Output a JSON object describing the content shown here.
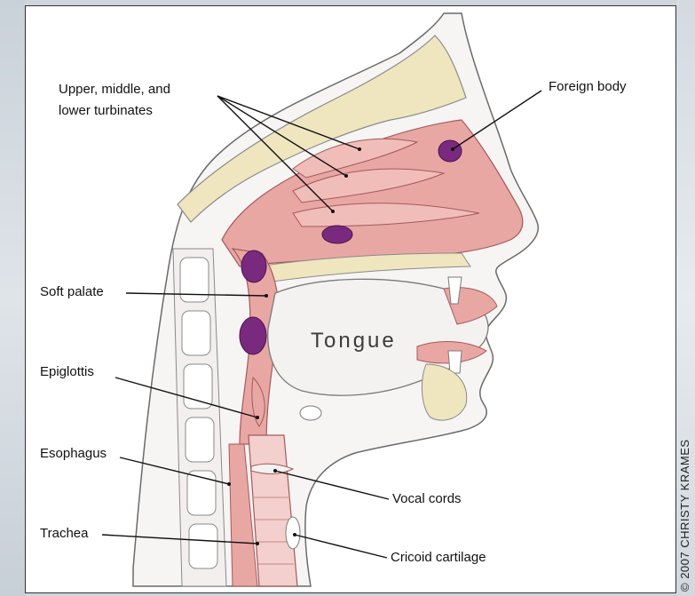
{
  "diagram": {
    "labels": {
      "turbinates_line1": "Upper, middle, and",
      "turbinates_line2": "lower turbinates",
      "foreign_body": "Foreign body",
      "soft_palate": "Soft palate",
      "epiglottis": "Epiglottis",
      "esophagus": "Esophagus",
      "trachea": "Trachea",
      "vocal_cords": "Vocal cords",
      "cricoid_cartilage": "Cricoid cartilage",
      "tongue": "Tongue"
    },
    "copyright": "© 2007 CHRISTY KRAMES"
  },
  "colors": {
    "airway_pink": "#e9a7a4",
    "tissue_light_pink": "#f3cfcd",
    "bone_cream": "#efe6bf",
    "foreign_body_purple": "#7a2a7e",
    "skin_white": "#f7f4f4",
    "outline": "#5a5a5a"
  }
}
